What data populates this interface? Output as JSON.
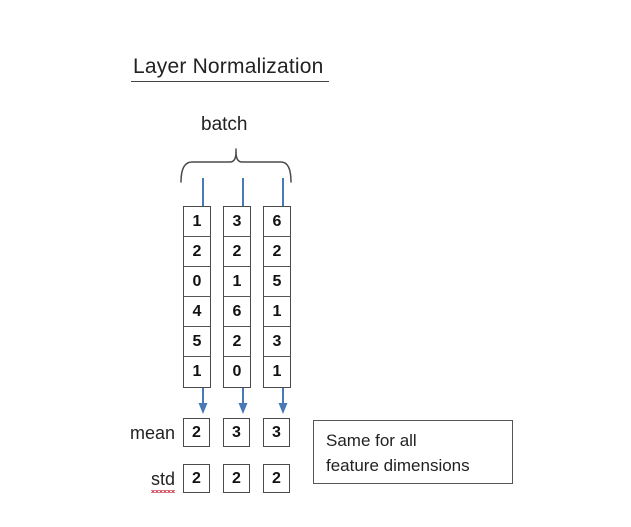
{
  "title": "Layer Normalization",
  "batch_label": "batch",
  "columns": [
    {
      "values": [
        "1",
        "2",
        "0",
        "4",
        "5",
        "1"
      ]
    },
    {
      "values": [
        "3",
        "2",
        "1",
        "6",
        "2",
        "0"
      ]
    },
    {
      "values": [
        "6",
        "2",
        "5",
        "1",
        "3",
        "1"
      ]
    }
  ],
  "stats": {
    "mean_label": "mean",
    "mean_values": [
      "2",
      "3",
      "3"
    ],
    "std_label": "std",
    "std_values": [
      "2",
      "2",
      "2"
    ]
  },
  "annotation": {
    "line1": "Same for all",
    "line2": "feature dimensions"
  },
  "colors": {
    "arrow": "#4a7ab5",
    "box_border": "#4a4a4a",
    "text": "#1a1a1a",
    "spellcheck": "#d24a5c",
    "background": "#ffffff"
  },
  "icons": {
    "brace": "curly-brace-up",
    "arrow": "down-arrow"
  }
}
